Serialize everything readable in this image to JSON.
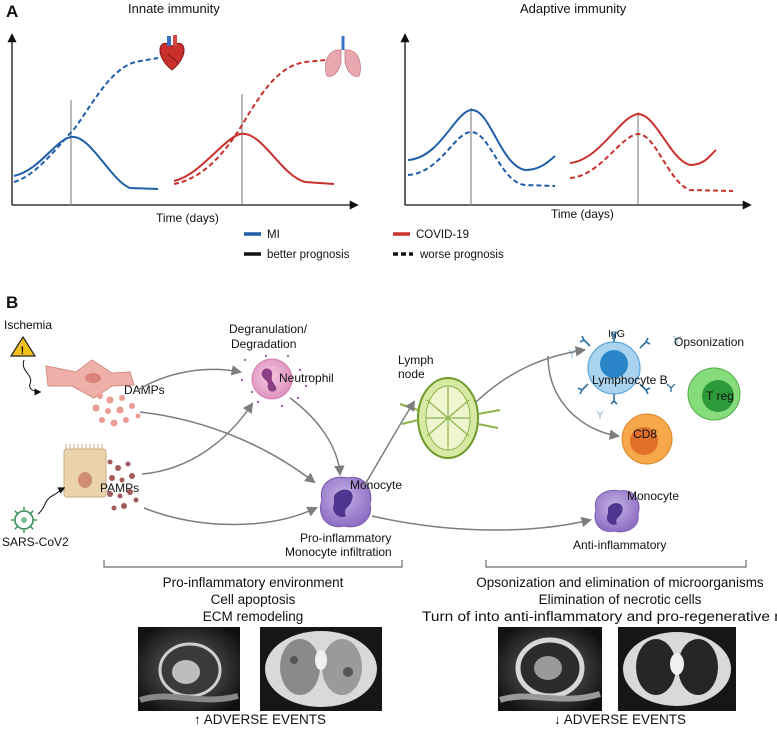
{
  "panel_a": {
    "label": "A",
    "innate_title": "Innate immunity",
    "adaptive_title": "Adaptive immunity",
    "innate_xlabel": "Time (days)",
    "adaptive_xlabel": "Time (days)"
  },
  "legend": {
    "mi": "MI",
    "covid": "COVID-19",
    "better": "better prognosis",
    "worse": "worse prognosis",
    "colors": {
      "mi": "#1f5fa8",
      "covid": "#c8322e"
    }
  },
  "panel_b": {
    "label": "B",
    "ischemia": "Ischemia",
    "damps": "DAMPs",
    "pamps": "PAMPs",
    "sars": "SARS-CoV2",
    "degranulation_1": "Degranulation/",
    "degranulation_2": "Degradation",
    "neutrophil": "Neutrophil",
    "monocyte": "Monocyte",
    "proinflam_1": "Pro-inflammatory",
    "proinflam_2": "Monocyte infiltration",
    "lymph_1": "Lymph",
    "lymph_2": "node",
    "igg": "IgG",
    "lymphocyte_b": "Lymphocyte B",
    "opsonization": "Opsonization",
    "treg": "T reg",
    "cd8": "CD8",
    "monocyte2": "Monocyte",
    "anti_inflammatory": "Anti-inflammatory",
    "left_effects": [
      "Pro-inflammatory environment",
      "Cell apoptosis",
      "ECM remodeling"
    ],
    "right_effects": [
      "Opsonization and elimination of microorganisms",
      "Elimination of necrotic cells",
      "Turn of into anti-inflammatory and pro-regenerative millieu"
    ],
    "left_outcome": "↑ ADVERSE EVENTS",
    "right_outcome": "↓ ADVERSE EVENTS"
  }
}
